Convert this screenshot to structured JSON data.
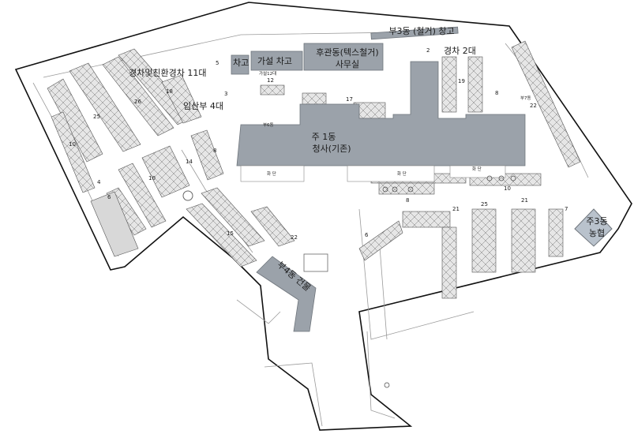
{
  "buildings": {
    "main": {
      "line1": "주 1동",
      "line2": "청사(기존)"
    },
    "annex4": "부4동 건물",
    "annex3": "부3동 (철거) 창고",
    "rear": {
      "line1": "후관동(텍스철거)",
      "line2": "사무실"
    },
    "bank": {
      "line1": "주3동",
      "line2": "농협"
    },
    "annex6": "부6동",
    "annex7": "부7동"
  },
  "labels": {
    "garage": "차고",
    "temp_garage": "가설 차고",
    "light_car_2": "경차 2대",
    "light_eco": "경차및친환경차 11대",
    "pregnant": "임산부 4대",
    "temp12": "가설12대",
    "flowerbed": "화 단"
  },
  "numbers": [
    "2",
    "5",
    "12",
    "3",
    "17",
    "19",
    "8",
    "22",
    "26",
    "25",
    "10",
    "18",
    "14",
    "4",
    "6",
    "8",
    "10",
    "15",
    "22",
    "10",
    "21",
    "25",
    "21",
    "7",
    "6",
    "8"
  ]
}
